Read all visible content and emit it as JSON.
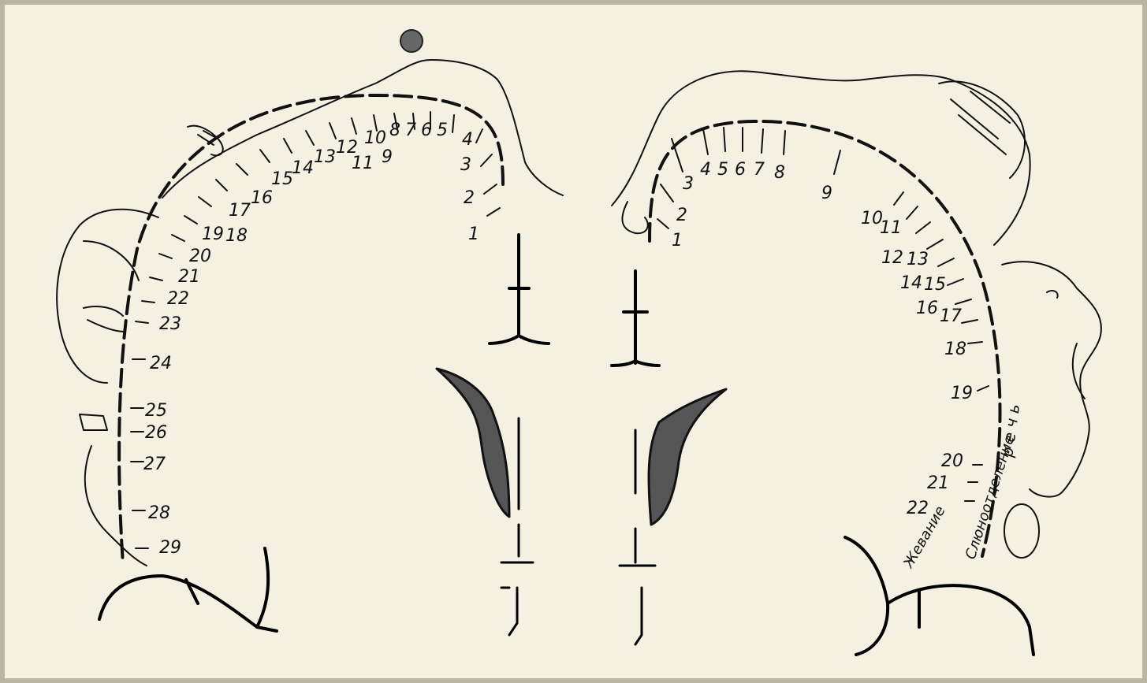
{
  "left_hemisphere": {
    "labels": [
      "1",
      "2",
      "3",
      "4",
      "5",
      "6",
      "7",
      "8",
      "9",
      "10",
      "11",
      "12",
      "13",
      "14",
      "15",
      "16",
      "17",
      "18",
      "19",
      "20",
      "21",
      "22",
      "23",
      "24",
      "25",
      "26",
      "27",
      "28",
      "29"
    ]
  },
  "right_hemisphere": {
    "labels": [
      "1",
      "2",
      "3",
      "4",
      "5",
      "6",
      "7",
      "8",
      "9",
      "10",
      "11",
      "12",
      "13",
      "14",
      "15",
      "16",
      "17",
      "18",
      "19",
      "20",
      "21",
      "22"
    ],
    "words": {
      "speech": "р е ч ь",
      "salivation": "Слюноотделение",
      "chewing": "Жевание"
    }
  },
  "colors": {
    "ink": "#111111",
    "paper": "#f4f1e3",
    "frame": "#b9b4a3"
  }
}
